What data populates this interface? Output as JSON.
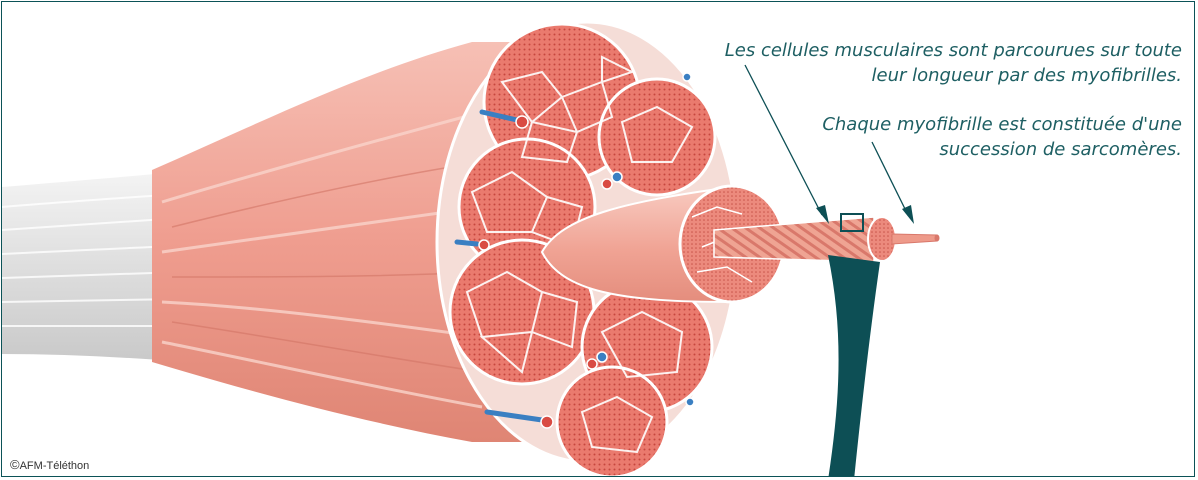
{
  "labels": {
    "cells_line1": "Les cellules musculaires sont parcourues sur toute",
    "cells_line2": "leur longueur par des myofibrilles.",
    "myofibril_line1": "Chaque myofibrille est constituée d'une",
    "myofibril_line2": "succession de sarcomères."
  },
  "copyright": {
    "symbol": "©",
    "text": "AFM-Téléthon"
  },
  "colors": {
    "frame": "#0b5257",
    "annotation_text": "#1e5f63",
    "muscle": "#ee9f92",
    "muscle_dark": "#d9806f",
    "fascicle_section": "#e8756a",
    "membrane": "#f8e8e4",
    "tendon": "#e4e4e4",
    "vessel_blue": "#3a7fc2",
    "vessel_red": "#d94b43",
    "bracket": "#0d4f55"
  }
}
